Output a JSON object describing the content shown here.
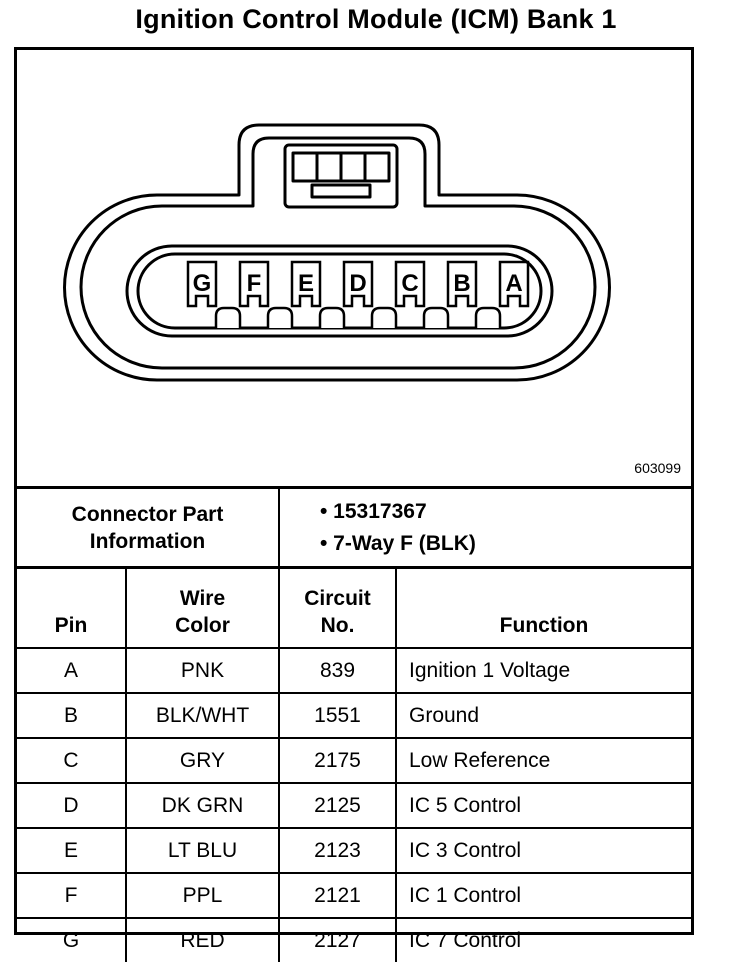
{
  "title": "Ignition Control Module (ICM) Bank 1",
  "figure_ref": "603099",
  "connector": {
    "pins_left_to_right": [
      "G",
      "F",
      "E",
      "D",
      "C",
      "B",
      "A"
    ]
  },
  "connector_info": {
    "label_line1": "Connector Part",
    "label_line2": "Information",
    "items": [
      "• 15317367",
      "• 7-Way F (BLK)"
    ]
  },
  "table": {
    "headers": {
      "pin": "Pin",
      "wire_color_1": "Wire",
      "wire_color_2": "Color",
      "circuit_1": "Circuit",
      "circuit_2": "No.",
      "function": "Function"
    },
    "rows": [
      {
        "pin": "A",
        "wire": "PNK",
        "circuit": "839",
        "function": "Ignition 1 Voltage"
      },
      {
        "pin": "B",
        "wire": "BLK/WHT",
        "circuit": "1551",
        "function": "Ground"
      },
      {
        "pin": "C",
        "wire": "GRY",
        "circuit": "2175",
        "function": "Low Reference"
      },
      {
        "pin": "D",
        "wire": "DK GRN",
        "circuit": "2125",
        "function": "IC 5 Control"
      },
      {
        "pin": "E",
        "wire": "LT BLU",
        "circuit": "2123",
        "function": "IC 3 Control"
      },
      {
        "pin": "F",
        "wire": "PPL",
        "circuit": "2121",
        "function": "IC 1 Control"
      },
      {
        "pin": "G",
        "wire": "RED",
        "circuit": "2127",
        "function": "IC 7 Control"
      }
    ]
  }
}
